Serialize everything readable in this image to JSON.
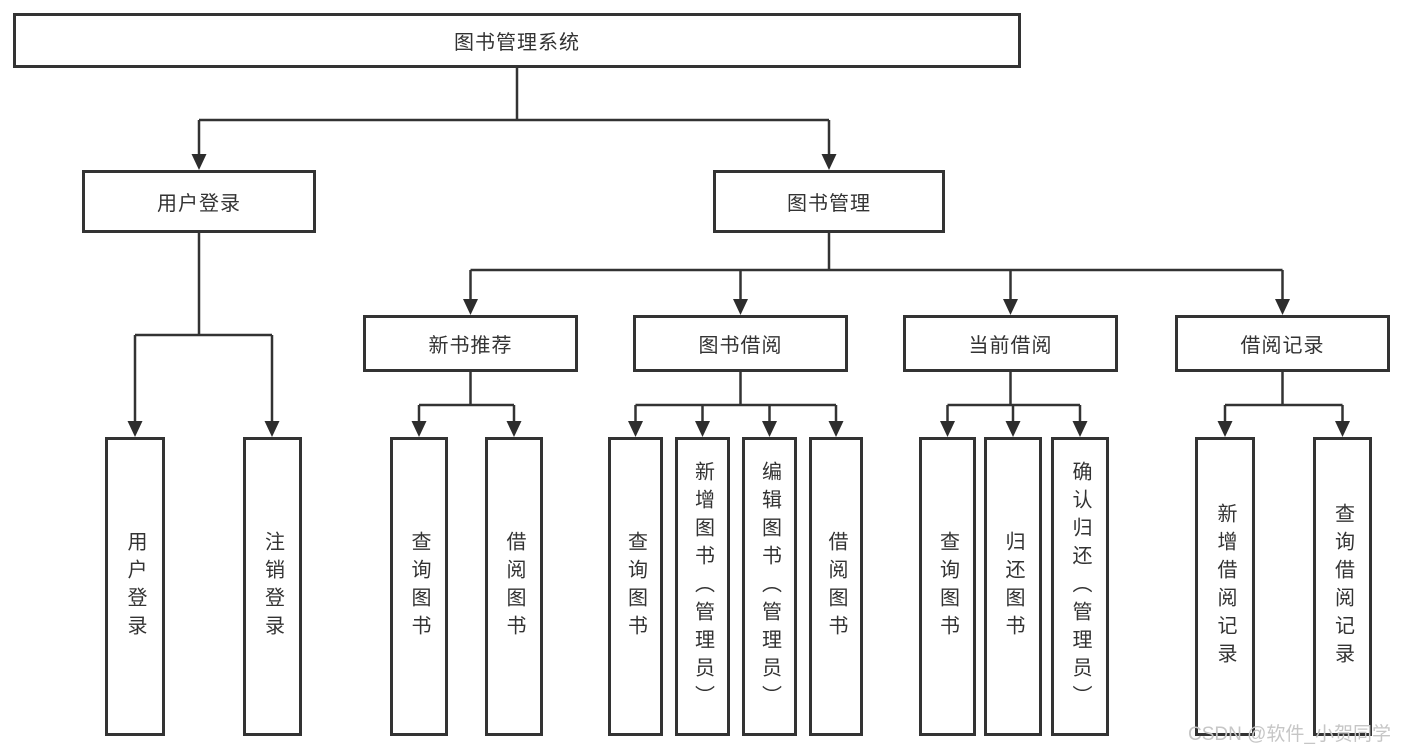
{
  "diagram": {
    "root": {
      "label": "图书管理系统"
    },
    "branches": [
      {
        "label": "用户登录",
        "children": [
          {
            "label": "用户登录"
          },
          {
            "label": "注销登录"
          }
        ]
      },
      {
        "label": "图书管理",
        "children": [
          {
            "label": "新书推荐",
            "children": [
              {
                "label": "查询图书"
              },
              {
                "label": "借阅图书"
              }
            ]
          },
          {
            "label": "图书借阅",
            "children": [
              {
                "label": "查询图书"
              },
              {
                "label": "新增图书（管理员）"
              },
              {
                "label": "编辑图书（管理员）"
              },
              {
                "label": "借阅图书"
              }
            ]
          },
          {
            "label": "当前借阅",
            "children": [
              {
                "label": "查询图书"
              },
              {
                "label": "归还图书"
              },
              {
                "label": "确认归还（管理员）"
              }
            ]
          },
          {
            "label": "借阅记录",
            "children": [
              {
                "label": "新增借阅记录"
              },
              {
                "label": "查询借阅记录"
              }
            ]
          }
        ]
      }
    ]
  },
  "watermark": {
    "text": "CSDN @软件_小贺同学"
  },
  "colors": {
    "line": "#333333",
    "border": "#333333",
    "text": "#333333",
    "watermark_text": "#c6c6c6",
    "background": "#ffffff"
  }
}
